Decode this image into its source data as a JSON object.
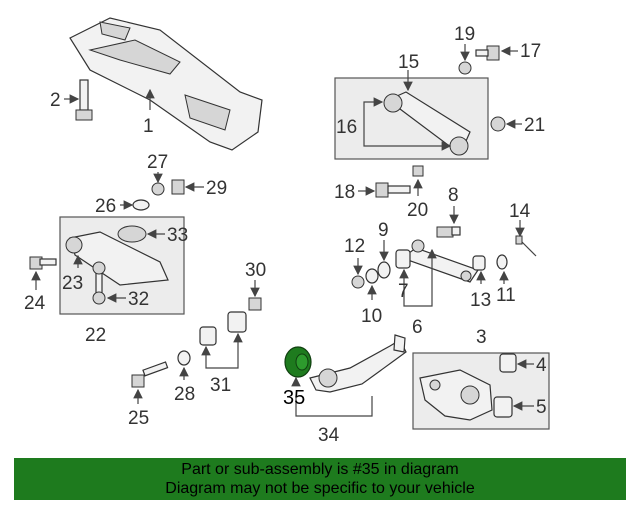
{
  "labels": {
    "l1": "1",
    "l2": "2",
    "l3": "3",
    "l4": "4",
    "l5": "5",
    "l6": "6",
    "l7": "7",
    "l8": "8",
    "l9": "9",
    "l10": "10",
    "l11": "11",
    "l12": "12",
    "l13": "13",
    "l14": "14",
    "l15": "15",
    "l16": "16",
    "l17": "17",
    "l18": "18",
    "l19": "19",
    "l20": "20",
    "l21": "21",
    "l22": "22",
    "l23": "23",
    "l24": "24",
    "l25": "25",
    "l26": "26",
    "l27": "27",
    "l28": "28",
    "l29": "29",
    "l30": "30",
    "l31": "31",
    "l32": "32",
    "l33": "33",
    "l34": "34",
    "l35": "35"
  },
  "highlight": {
    "part": "35",
    "color": "#1e7b1e"
  },
  "banner": {
    "line1": "Part or sub-assembly is #35 in diagram",
    "line2": "Diagram may not be specific to your vehicle"
  }
}
